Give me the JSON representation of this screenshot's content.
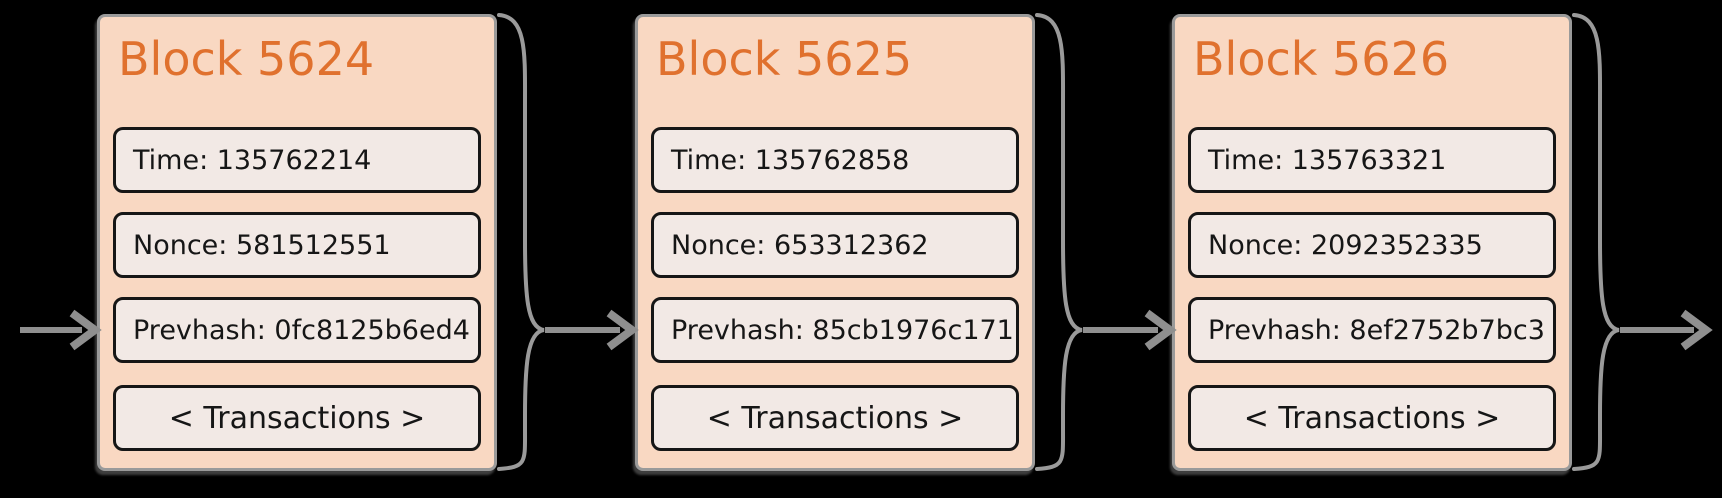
{
  "diagram": {
    "type": "blockchain-chain",
    "description_labels": {
      "transactions_label": "< Transactions >"
    }
  },
  "blocks": [
    {
      "title": "Block 5624",
      "number": "5624",
      "fields": [
        {
          "label": "Time",
          "value": "135762214",
          "text": "Time: 135762214"
        },
        {
          "label": "Nonce",
          "value": "581512551",
          "text": "Nonce: 581512551"
        },
        {
          "label": "Prevhash",
          "value": "0fc8125b6ed4",
          "text": "Prevhash: 0fc8125b6ed4"
        }
      ],
      "transactions_label": "< Transactions >"
    },
    {
      "title": "Block 5625",
      "number": "5625",
      "fields": [
        {
          "label": "Time",
          "value": "135762858",
          "text": "Time: 135762858"
        },
        {
          "label": "Nonce",
          "value": "653312362",
          "text": "Nonce: 653312362"
        },
        {
          "label": "Prevhash",
          "value": "85cb1976c171",
          "text": "Prevhash: 85cb1976c171"
        }
      ],
      "transactions_label": "< Transactions >"
    },
    {
      "title": "Block 5626",
      "number": "5626",
      "fields": [
        {
          "label": "Time",
          "value": "135763321",
          "text": "Time: 135763321"
        },
        {
          "label": "Nonce",
          "value": "2092352335",
          "text": "Nonce: 2092352335"
        },
        {
          "label": "Prevhash",
          "value": "8ef2752b7bc3",
          "text": "Prevhash: 8ef2752b7bc3"
        }
      ],
      "transactions_label": "< Transactions >"
    }
  ],
  "connectors": {
    "incoming_arrow": "arrow-right into Block 5624 Prevhash",
    "between_blocks": "curly-brace of previous block funnels into arrow-right toward next block Prevhash",
    "outgoing_arrow": "arrow-right leaving Block 5626 toward next (unseen) block"
  },
  "colors": {
    "background": "#000000",
    "block_fill": "#f9d8c2",
    "block_border": "#9a9a9a",
    "title_orange": "#e0712e",
    "field_fill": "#f2e9e5",
    "field_border": "#161616",
    "text": "#161616",
    "arrow_gray": "#8f8f8f",
    "brace_gray": "#9a9a9a"
  }
}
